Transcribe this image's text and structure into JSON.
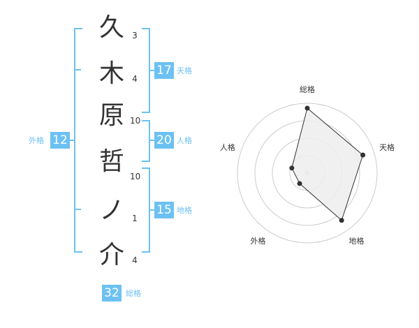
{
  "name": {
    "characters": [
      {
        "char": "久",
        "strokes": "3"
      },
      {
        "char": "木",
        "strokes": "4"
      },
      {
        "char": "原",
        "strokes": "10"
      },
      {
        "char": "哲",
        "strokes": "10"
      },
      {
        "char": "ノ",
        "strokes": "1"
      },
      {
        "char": "介",
        "strokes": "4"
      }
    ]
  },
  "groups": {
    "tenkaku": {
      "value": "17",
      "label": "天格"
    },
    "jinkaku": {
      "value": "20",
      "label": "人格"
    },
    "chikaku": {
      "value": "15",
      "label": "地格"
    },
    "gaikaku": {
      "value": "12",
      "label": "外格"
    },
    "soukaku": {
      "value": "32",
      "label": "総格"
    }
  },
  "chart_data": {
    "type": "radar",
    "axes": [
      "総格",
      "天格",
      "地格",
      "外格",
      "人格"
    ],
    "rings": 4,
    "series": [
      {
        "values": [
          4,
          3.6,
          3.6,
          0.8,
          1.0
        ]
      }
    ],
    "max": 4.3
  },
  "colors": {
    "accent": "#6cc1f2",
    "radar_fill": "#ededed",
    "radar_line": "#333333",
    "grid": "#cccccc"
  }
}
